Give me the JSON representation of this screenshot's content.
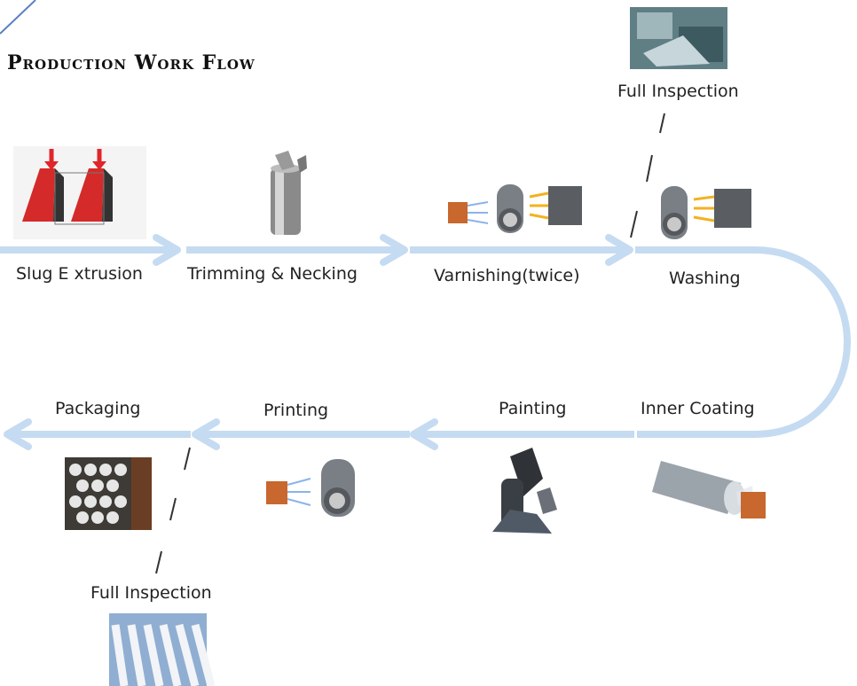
{
  "title": "Production Work Flow",
  "steps": {
    "slug": "Slug E xtrusion",
    "trimming": "Trimming & Necking",
    "varnishing": "Varnishing(twice)",
    "washing": "Washing",
    "inner": "Inner Coating",
    "painting": "Painting",
    "printing": "Printing",
    "packaging": "Packaging"
  },
  "inspection_top": "Full Inspection",
  "inspection_bottom": "Full Inspection",
  "colors": {
    "arrow": "#c5dbf1",
    "accent": "#e0252b",
    "copper": "#c8672e"
  }
}
